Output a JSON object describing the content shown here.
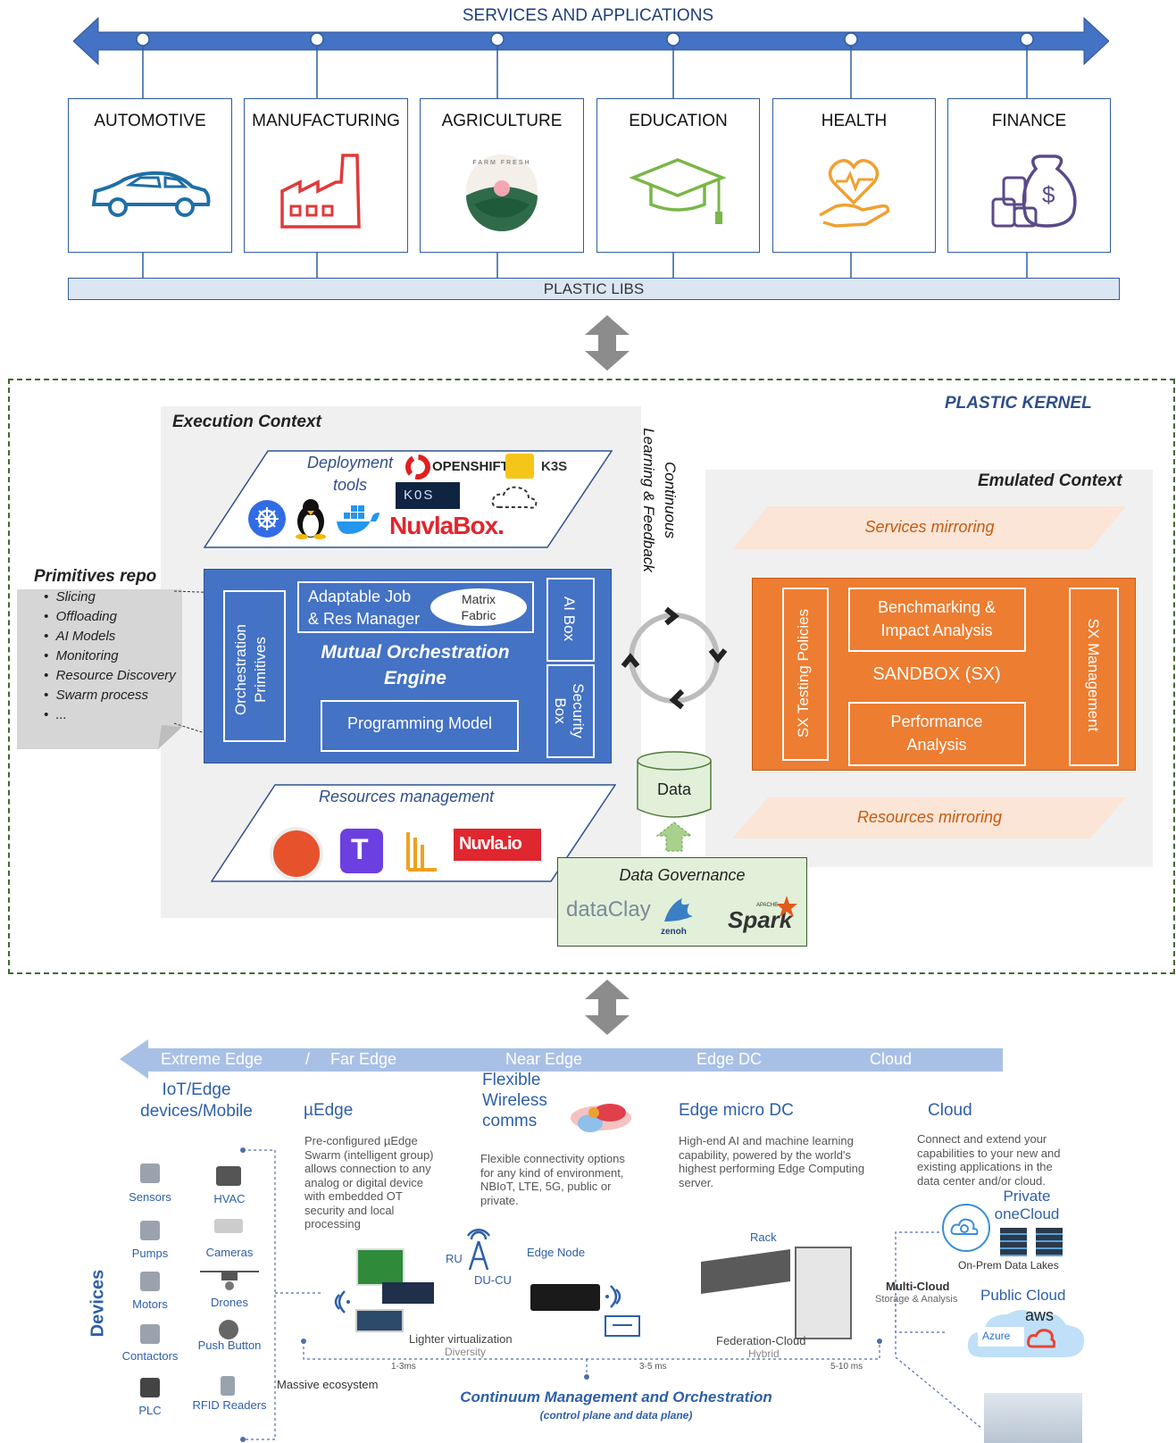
{
  "top": {
    "services_label": "SERVICES AND APPLICATIONS",
    "libs_label": "PLASTIC LIBS",
    "sectors": [
      {
        "label": "AUTOMOTIVE",
        "icon": "car-icon"
      },
      {
        "label": "MANUFACTURING",
        "icon": "factory-icon"
      },
      {
        "label": "AGRICULTURE",
        "icon": "farm-fresh-icon"
      },
      {
        "label": "EDUCATION",
        "icon": "graduation-cap-icon"
      },
      {
        "label": "HEALTH",
        "icon": "heart-hand-icon"
      },
      {
        "label": "FINANCE",
        "icon": "money-bag-icon"
      }
    ],
    "farm_logo_text": "FARM FRESH"
  },
  "kernel": {
    "title": "PLASTIC KERNEL",
    "execution_context": "Execution Context",
    "emulated_context": "Emulated Context",
    "deployment_tools": [
      "Deployment",
      "tools"
    ],
    "logos": {
      "openshift": "OPENSHIFT",
      "k3s": "K3S",
      "k0s": "K0S",
      "nuvlabox": "NuvlaBox.",
      "nuvlaio": "Nuvla.io",
      "dataclay": "dataClay",
      "zenoh": "zenoh",
      "spark": "Spark",
      "spark_apache": "APACHE"
    },
    "primitives_repo": {
      "title": "Primitives repo",
      "items": [
        "Slicing",
        "Offloading",
        "AI Models",
        "Monitoring",
        "Resource Discovery",
        "Swarm process",
        "..."
      ]
    },
    "engine": {
      "orchestration_primitives": [
        "Orchestration",
        "Primitives"
      ],
      "job_manager": [
        "Adaptable Job",
        "& Res Manager"
      ],
      "matrix_fabric": [
        "Matrix",
        "Fabric"
      ],
      "title": [
        "Mutual Orchestration",
        "Engine"
      ],
      "programming_model": "Programming Model",
      "ai_box": "AI Box",
      "security_box": [
        "Security",
        "Box"
      ]
    },
    "feedback": [
      "Continuous",
      "Learning & Feedback"
    ],
    "resources_management": "Resources management",
    "data": "Data",
    "data_governance": "Data Governance",
    "services_mirroring": "Services mirroring",
    "resources_mirroring": "Resources mirroring",
    "sandbox": {
      "testing_policies": "SX Testing Policies",
      "benchmarking": [
        "Benchmarking &",
        "Impact Analysis"
      ],
      "title": "SANDBOX (SX)",
      "performance": [
        "Performance",
        "Analysis"
      ],
      "management": "SX Management"
    }
  },
  "bottom": {
    "continuum": [
      "Extreme Edge",
      "/",
      "Far Edge",
      "Near Edge",
      "Edge DC",
      "Cloud"
    ],
    "iot_title": [
      "IoT/Edge",
      "devices/Mobile"
    ],
    "uedge_title": "µEdge",
    "uedge_text": [
      "Pre-configured µEdge",
      "Swarm (intelligent group)",
      "allows connection to any",
      "analog or digital device",
      "with embedded OT",
      "security and local",
      "processing"
    ],
    "wireless_title": [
      "Flexible",
      "Wireless",
      "comms"
    ],
    "wireless_text": [
      "Flexible connectivity options",
      "for any kind of environment,",
      "NBIoT, LTE, 5G, public or",
      "private."
    ],
    "microdc_title": "Edge micro DC",
    "microdc_text": [
      "High-end AI and machine learning",
      "capability, powered by the world's",
      "highest performing Edge Computing",
      "server."
    ],
    "cloud_title": "Cloud",
    "cloud_text": [
      "Connect and extend your",
      "capabilities to your new and",
      "existing applications in the",
      "data center and/or cloud."
    ],
    "devices_label": "Devices",
    "devices_left": [
      "Sensors",
      "Pumps",
      "Motors",
      "Contactors",
      "PLC"
    ],
    "devices_right": [
      "HVAC",
      "Cameras",
      "Drones",
      "Push Button",
      "RFID Readers"
    ],
    "ru": "RU",
    "du_cu": "DU-CU",
    "edge_node": "Edge Node",
    "rack": "Rack",
    "lighter": "Lighter virtualization",
    "diversity": "Diversity",
    "federation": "Federation-Cloud",
    "hybrid": "Hybrid",
    "lat1": "1-3ms",
    "lat2": "3-5 ms",
    "lat3": "5-10 ms",
    "massive": "Massive ecosystem",
    "cmo_title": "Continuum Management and Orchestration",
    "cmo_sub": "(control plane and data plane)",
    "private_cloud": [
      "Private",
      "oneCloud"
    ],
    "onprem": "On-Prem Data Lakes",
    "multicloud": "Multi-Cloud",
    "storage": "Storage & Analysis",
    "public_cloud": "Public Cloud",
    "aws": "aws",
    "azure": "Azure"
  }
}
